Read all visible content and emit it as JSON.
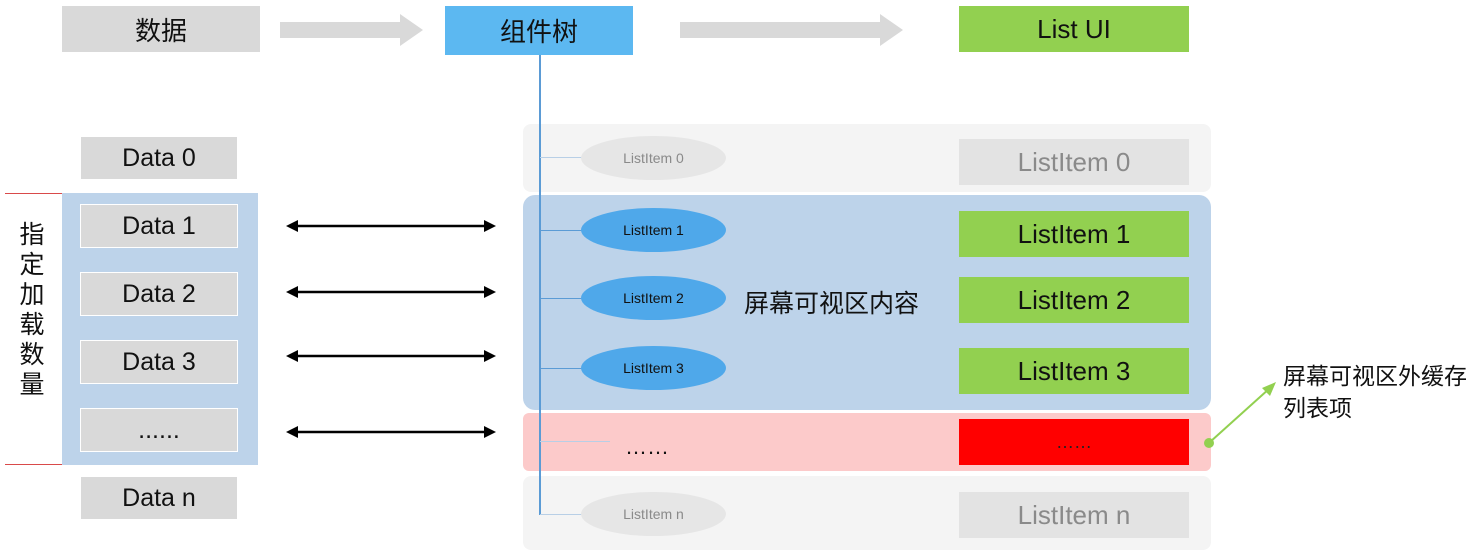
{
  "header": {
    "data_label": "数据",
    "tree_label": "组件树",
    "ui_label": "List UI"
  },
  "data_column": {
    "items": [
      "Data 0",
      "Data 1",
      "Data 2",
      "Data 3",
      "......",
      "Data n"
    ],
    "range_label": "指定加载数量"
  },
  "tree_column": {
    "items": [
      "ListItem 0",
      "ListItem 1",
      "ListItem 2",
      "ListItem 3",
      "……",
      "ListItem n"
    ]
  },
  "ui_column": {
    "items": [
      "ListItem 0",
      "ListItem 1",
      "ListItem 2",
      "ListItem 3",
      "……",
      "ListItem n"
    ]
  },
  "visible_area_label": "屏幕可视区内容",
  "cache_note": "屏幕可视区外缓存列表项",
  "colors": {
    "gray": "#d9d9d9",
    "blue": "#5cb8f1",
    "green": "#92d050",
    "red": "#ff0000",
    "light_blue": "#bdd3ea",
    "pink": "#fccaca"
  }
}
